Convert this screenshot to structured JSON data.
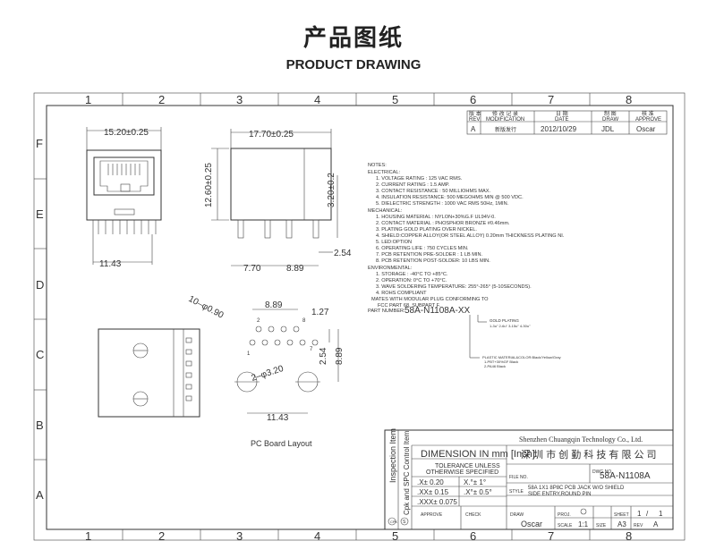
{
  "header": {
    "title_cn": "产品图纸",
    "title_en": "PRODUCT DRAWING"
  },
  "grid": {
    "columns": [
      "1",
      "2",
      "3",
      "4",
      "5",
      "6",
      "7",
      "8"
    ],
    "rows": [
      "F",
      "E",
      "D",
      "C",
      "B",
      "A"
    ]
  },
  "revision_table": {
    "headers": [
      {
        "cn": "版 本",
        "en": "REV"
      },
      {
        "cn": "修 改 记 录",
        "en": "MODIFICATION"
      },
      {
        "cn": "日 期",
        "en": "DATE"
      },
      {
        "cn": "制 图",
        "en": "DRAW"
      },
      {
        "cn": "核 准",
        "en": "APPROVE"
      }
    ],
    "row": {
      "rev": "A",
      "mod": "新版发行",
      "date": "2012/10/29",
      "draw": "JDL",
      "approve": "Oscar"
    }
  },
  "dimensions": {
    "width_front": "15.20±0.25",
    "width_side": "17.70±0.25",
    "height": "12.60±0.25",
    "pin_len": "3.20±0.2",
    "foot": "2.54",
    "bottom_front": "11.43",
    "side_a": "7.70",
    "side_b": "8.89",
    "pcb_top": "8.89",
    "pcb_127": "1.27",
    "pcb_254": "2.54",
    "pcb_889v": "8.89",
    "pcb_holes": "10–φ0.90",
    "pcb_big": "2–φ3.20",
    "pcb_bottom": "11.43",
    "pin_labels": [
      "2",
      "1",
      "8",
      "7"
    ]
  },
  "notes": {
    "heading": "NOTES:",
    "electrical_title": "ELECTRICAL:",
    "electrical": [
      "1. VOLTAGE RATING          : 125 VAC RMS.",
      "2. CURRENT RATING          : 1.5 AMP.",
      "3. CONTACT RESISTANCE      : 50 MILLIOHMS MAX.",
      "4. INSULATION RESISTANCE: 500 MEGOHMS MIN @ 500 VDC.",
      "5. DIELECTRIC STRENGTH    : 1000 VAC RMS 50Hz, 1MIN."
    ],
    "mechanical_title": "MECHANICAL:",
    "mechanical": [
      "1. HOUSING MATERIAL                : NYLON+30%G.F UL94V-0.",
      "2. CONTACT MATERIAL                : PHOSPHOR BRONZE #0.46mm.",
      "3. PLATING                                  GOLD PLATING OVER NICKEL.",
      "4. SHIELD:COPPER ALLOY(OR STEEL ALLOY) 0.20mm THICKNESS PLATING NI.",
      "5. LED:OPTION",
      "6. OPERATING LIFE                     : 750 CYCLES MIN.",
      "7. PCB RETENTION PRE-SOLDER  : 1 LB MIN.",
      "8. PCB RETENTION POST-SOLDER: 10 LBS MIN."
    ],
    "environmental_title": "ENVIRONMENTAL:",
    "environmental": [
      "1. STORAGE   : -40°C TO +85°C.",
      "2. OPERATION: 0°C TO +70°C.",
      "3. WAVE SOLDERING TEMPERATURE: 255°-265° (5-10SECONDS).",
      "4. ROHS COMPLIANT"
    ],
    "mates": "MATES WITH MODULAR PLUG CONFORMING TO",
    "mates2": "FCC PART 68, SUBPART F."
  },
  "part_number": {
    "label": "PART NUMBER:",
    "value": "58A-N1108A-XX",
    "gold_label": "GOLD PLATING",
    "gold_options": "1-3u\"  2-6u\"  3-15u\"  4-30u\"",
    "plastic_label": "PLASTIC MATERIAL&COLOR:Black/Yellow/Gray",
    "plastic_opt1": "1-PBT+30%GF Black",
    "plastic_opt2": "2-PA46 Black"
  },
  "pcb_layout_label": "PC Board Layout",
  "title_block": {
    "company_en": "Shenzhen Chuangqin Technology Co., Ltd.",
    "company_cn": "深 圳 市 创 勤 科 技 有 限 公 司",
    "dimension_label": "DIMENSION IN mm [Inch]",
    "tolerance_title1": "TOLERANCE UNLESS",
    "tolerance_title2": "OTHERWISE SPECIFIED",
    "tol": [
      ".X± 0.20",
      "X.°± 1°",
      ".XX± 0.15",
      ".X°± 0.5°",
      ".XXX± 0.075"
    ],
    "file_no_label": "FILE NO.",
    "dwg_no_label": "DWG NO.",
    "dwg_no": "58A-N1108A",
    "style_label": "STYLE",
    "style1": "58A 1X1 8P8C PCB JACK W/O SHIELD",
    "style2": "SIDE ENTRY,ROUND PIN",
    "approve_label": "APPROVE",
    "check_label": "CHECK",
    "draw_label": "DRAW",
    "draw_name": "Oscar",
    "proj_label": "PROJ.",
    "scale_label": "SCALE",
    "scale": "1:1",
    "size_label": "SIZE",
    "size": "A3",
    "sheet_label": "SHEET",
    "sheet_num": "1",
    "sheet_total": "1",
    "rev_label": "REV",
    "rev": "A",
    "side_inspection": "Inspection Item",
    "side_control": "Cpk and SPC Control Item",
    "mark_cpk": "CPK",
    "mark_s": "S"
  }
}
